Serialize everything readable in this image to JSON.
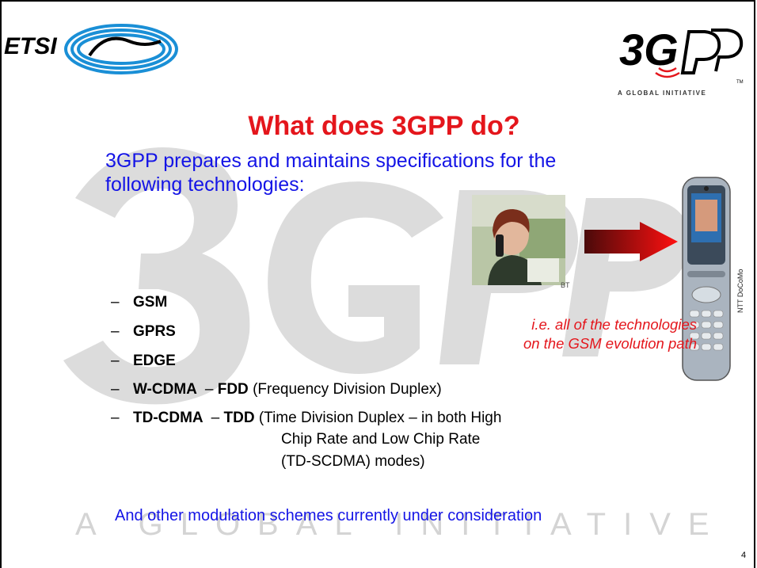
{
  "logos": {
    "etsi_text": "ETSI",
    "gpp_text": "3G",
    "gpp_tagline": "A GLOBAL INITIATIVE",
    "gpp_tm": "TM"
  },
  "slide": {
    "title": "What does 3GPP do?",
    "intro_line1": "3GPP prepares and maintains specifications for the",
    "intro_line2": "following technologies:",
    "caption_line1": "i.e. all of the technologies",
    "caption_line2": "on the GSM evolution path",
    "photo_credit": "BT",
    "phone_credit": "NTT DoCoMo",
    "bullets": [
      {
        "dash": "–",
        "name": "GSM",
        "sep": "",
        "mode": "",
        "detail": ""
      },
      {
        "dash": "–",
        "name": "GPRS",
        "sep": "",
        "mode": "",
        "detail": ""
      },
      {
        "dash": "–",
        "name": "EDGE",
        "sep": "",
        "mode": "",
        "detail": ""
      },
      {
        "dash": "–",
        "name": "W-CDMA",
        "sep": "– ",
        "mode": "FDD",
        "detail": " (Frequency Division Duplex)"
      },
      {
        "dash": "–",
        "name": "TD-CDMA",
        "sep": "– ",
        "mode": "TDD",
        "detail": " (Time Division Duplex – in both High"
      }
    ],
    "bullet_continuation": [
      "Chip Rate and Low Chip Rate",
      "(TD-SCDMA) modes)"
    ],
    "closing": "And other modulation schemes currently under consideration",
    "page_number": "4"
  },
  "colors": {
    "title_red": "#e4161c",
    "body_blue": "#1414e6",
    "etsi_blue": "#1a8fd6",
    "watermark_grey": "#d9d9d9"
  }
}
